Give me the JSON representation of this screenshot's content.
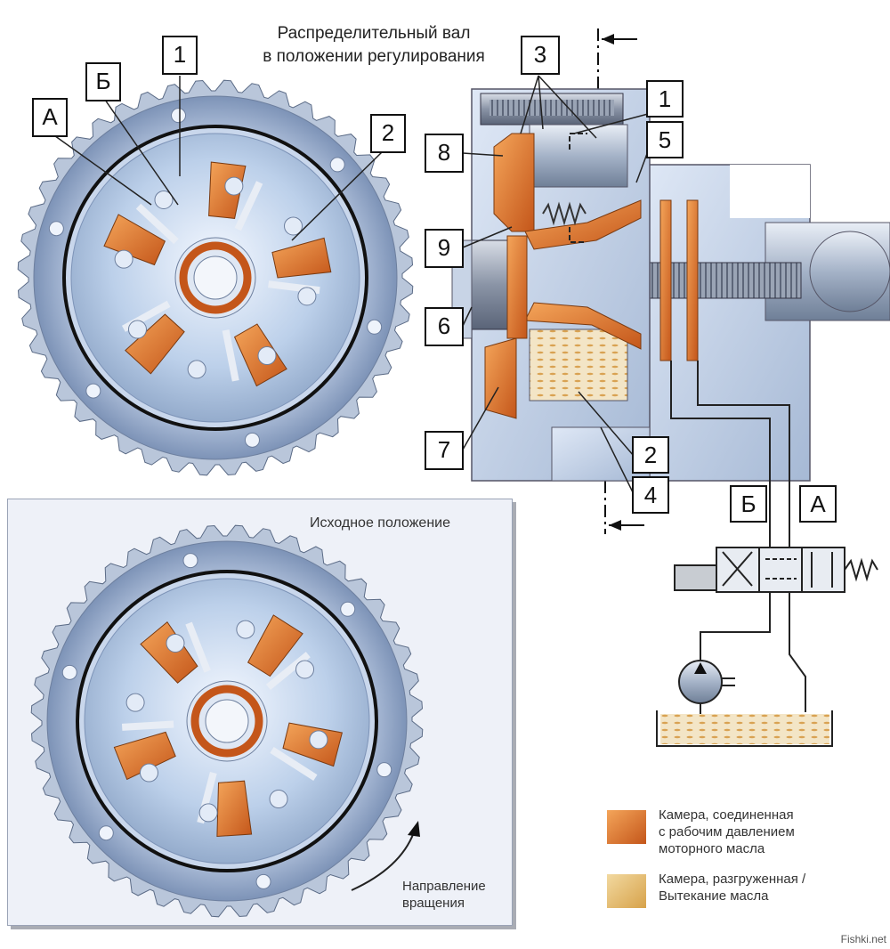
{
  "title": {
    "line1": "Распределительный вал",
    "line2": "в положении регулирования"
  },
  "panel": {
    "title": "Исходное положение",
    "rotation_line1": "Направление",
    "rotation_line2": "вращения"
  },
  "callouts": {
    "A_top": "А",
    "B_top": "Б",
    "n1_left": "1",
    "n2_left": "2",
    "n3": "3",
    "n1_right": "1",
    "n5": "5",
    "n8": "8",
    "n9": "9",
    "n6": "6",
    "n7": "7",
    "n2_right": "2",
    "n4": "4",
    "B_valve": "Б",
    "A_valve": "А"
  },
  "legend": [
    {
      "line1": "Камера, соединенная",
      "line2": "с рабочим давлением",
      "line3": "моторного масла",
      "color": "#d9782a"
    },
    {
      "line1": "Камера, разгруженная /",
      "line2": "Вытекание масла",
      "line3": "",
      "color": "#e6be6a"
    }
  ],
  "watermark": "Fishki.net"
}
